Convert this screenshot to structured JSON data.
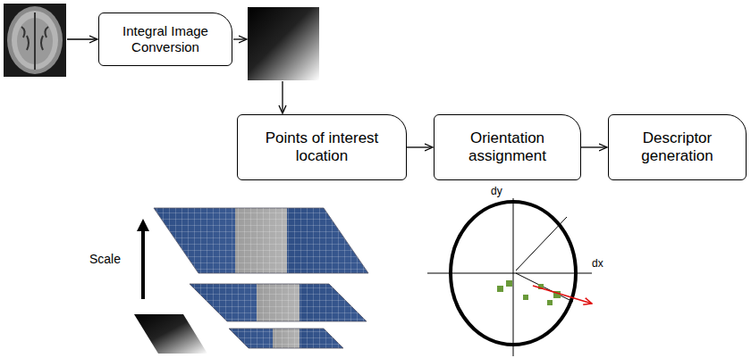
{
  "diagram": {
    "nodes": [
      {
        "text": [
          "Integral Image Conversion"
        ]
      },
      {
        "text": [
          "Points of interest location"
        ]
      },
      {
        "text": [
          "Orientation assignment"
        ]
      },
      {
        "text": [
          "Descriptor generation"
        ]
      }
    ],
    "edges": [
      {
        "from": 1,
        "to": 2,
        "arrow": "to"
      },
      {
        "from": 2,
        "to": 3,
        "arrow": "to"
      }
    ],
    "labels": [
      "Scale",
      "dy",
      "dx"
    ]
  }
}
